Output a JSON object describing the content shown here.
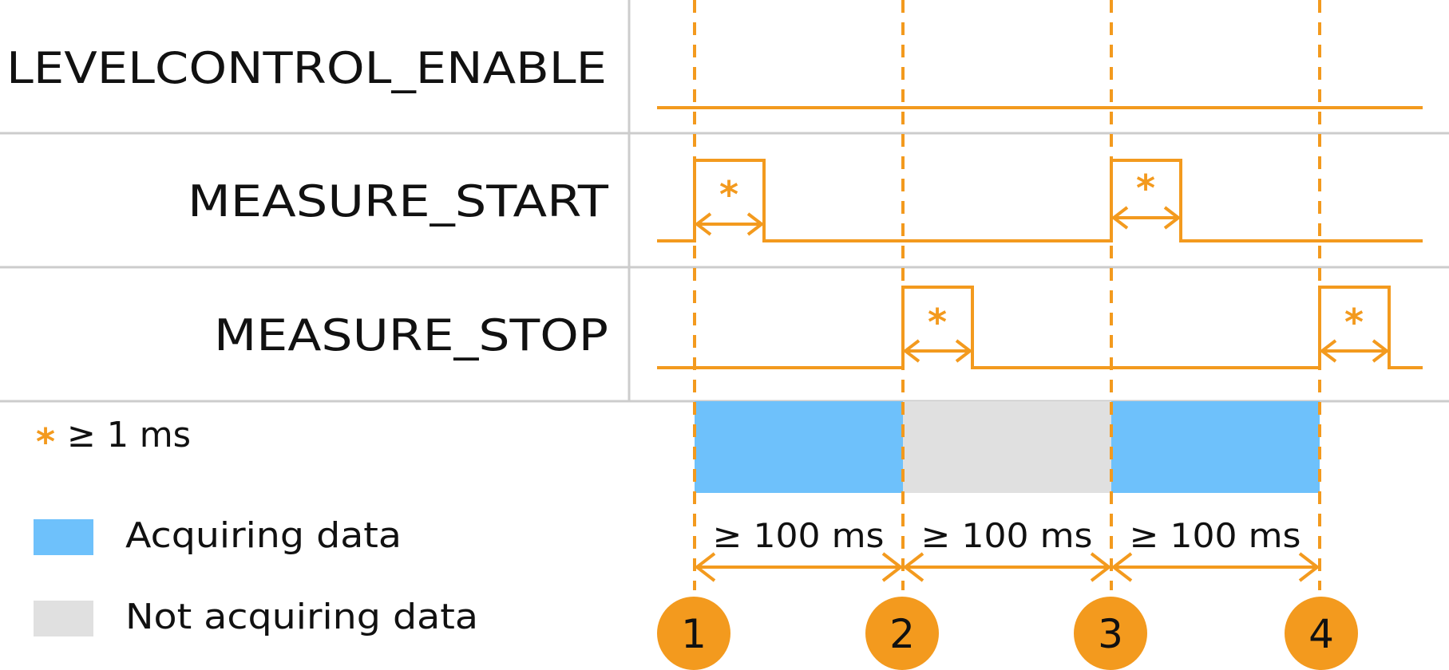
{
  "colors": {
    "signal": "#f39a1e",
    "acquiring": "#6ec1fb",
    "not_acquiring": "#e0e0e0",
    "grid": "#cccccc",
    "text": "#111111"
  },
  "signals": [
    {
      "name": "LEVELCONTROL_ENABLE"
    },
    {
      "name": "MEASURE_START"
    },
    {
      "name": "MEASURE_STOP"
    }
  ],
  "pulse_mark": "*",
  "legend": {
    "pulse_note": "≥ 1 ms",
    "acquiring_label": "Acquiring data",
    "not_acquiring_label": "Not acquiring data"
  },
  "durations": [
    "≥ 100 ms",
    "≥ 100 ms",
    "≥ 100 ms"
  ],
  "markers": [
    "1",
    "2",
    "3",
    "4"
  ]
}
